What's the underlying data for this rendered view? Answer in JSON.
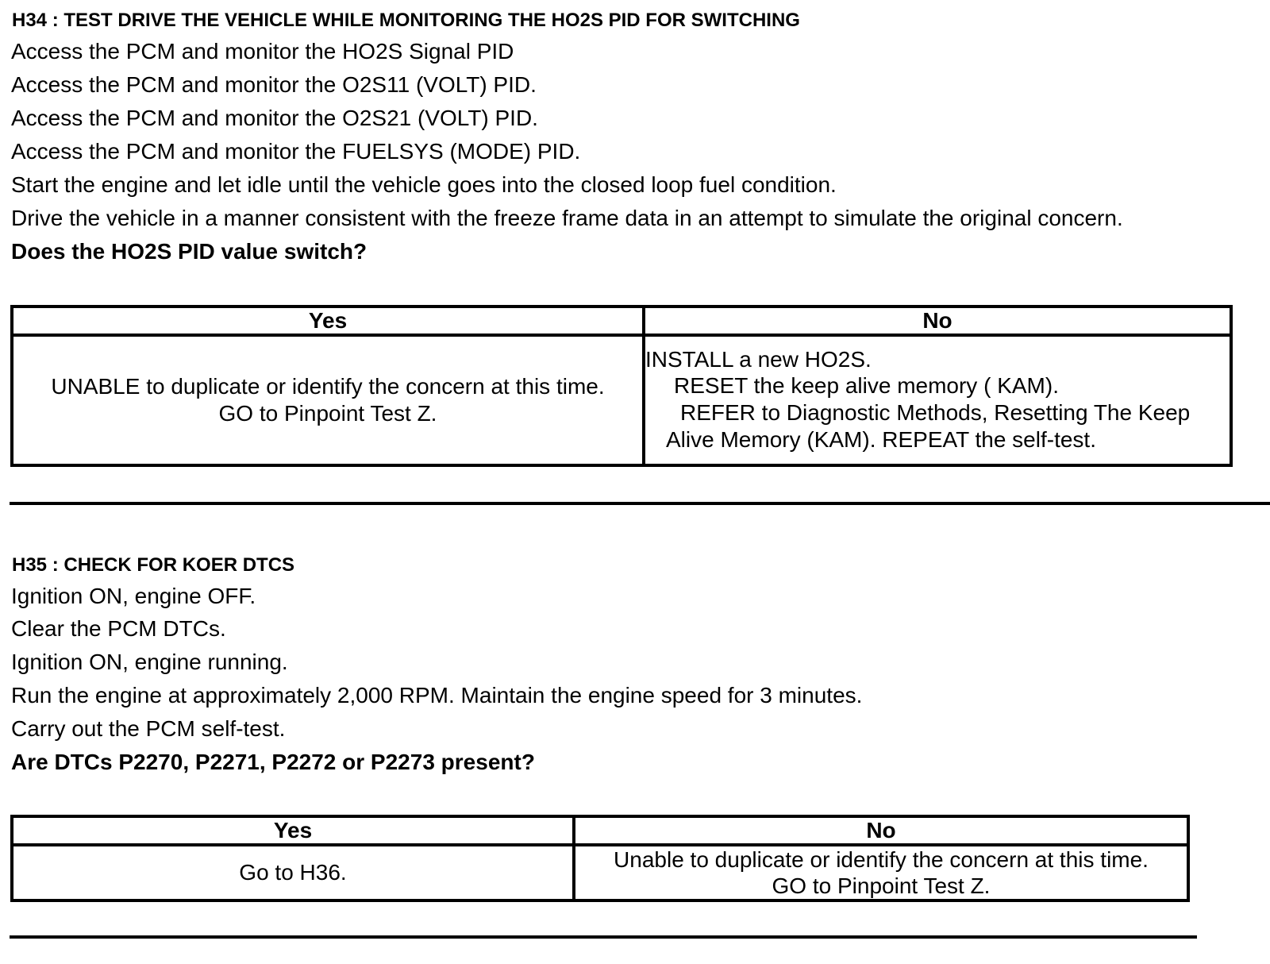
{
  "h34": {
    "title": "H34 : TEST DRIVE THE VEHICLE WHILE MONITORING THE HO2S PID FOR SWITCHING",
    "steps": [
      "Access the PCM and monitor the HO2S Signal PID",
      "Access the PCM and monitor the  O2S11 (VOLT) PID.",
      "Access the PCM and monitor the  O2S21 (VOLT) PID.",
      "Access the PCM and monitor the  FUELSYS (MODE) PID.",
      "Start the engine and let idle until the vehicle goes into the closed loop fuel condition.",
      "Drive the vehicle in a manner consistent with the freeze frame data in an attempt to simulate the original concern."
    ],
    "question": "Does the HO2S  PID value switch?",
    "table": {
      "yes_header": "Yes",
      "no_header": "No",
      "yes_lines": [
        "UNABLE to duplicate or identify the concern at this time.",
        "GO to Pinpoint Test Z."
      ],
      "no_lines": [
        "INSTALL a new HO2S.",
        "RESET the keep alive memory ( KAM).",
        "REFER to Diagnostic Methods, Resetting The Keep",
        "Alive Memory (KAM). REPEAT the self-test."
      ]
    }
  },
  "h35": {
    "title": "H35 : CHECK FOR KOER DTCS",
    "steps": [
      "Ignition ON, engine OFF.",
      "Clear the PCM DTCs.",
      "Ignition ON, engine running.",
      "Run the engine at approximately 2,000 RPM. Maintain the engine speed for 3 minutes.",
      "Carry out the PCM self-test."
    ],
    "question": "Are DTCs P2270, P2271, P2272 or P2273 present?",
    "table": {
      "yes_header": "Yes",
      "no_header": "No",
      "yes_lines": [
        "Go to H36."
      ],
      "no_lines": [
        "Unable to duplicate or identify the concern at this time.",
        "GO to Pinpoint Test Z."
      ]
    }
  }
}
